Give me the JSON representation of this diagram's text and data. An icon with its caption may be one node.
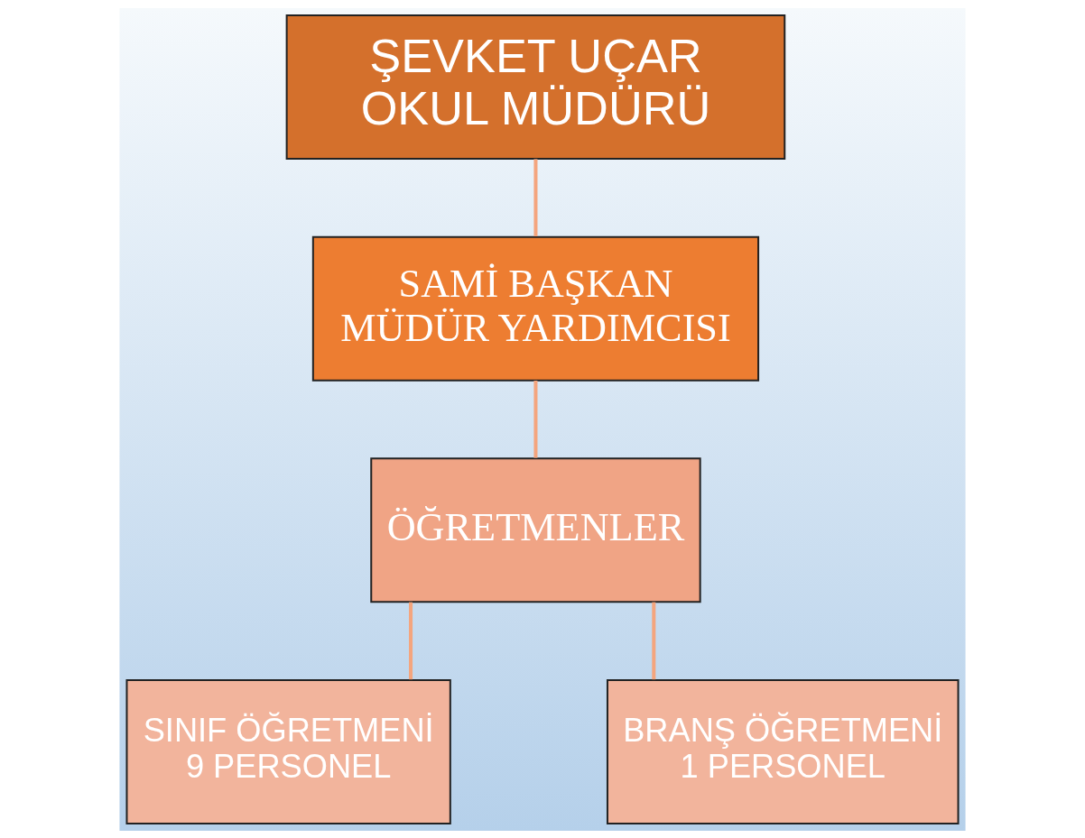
{
  "diagram": {
    "nodes": [
      {
        "text": [
          "ŞEVKET UÇAR",
          "OKUL MÜDÜRÜ"
        ]
      },
      {
        "text": [
          "SAMİ BAŞKAN",
          "MÜDÜR YARDIMCISI"
        ]
      },
      {
        "text": [
          "ÖĞRETMENLER"
        ]
      },
      {
        "text": [
          "SINIF ÖĞRETMENİ",
          "9 PERSONEL"
        ]
      },
      {
        "text": [
          "BRANŞ ÖĞRETMENİ",
          "1 PERSONEL"
        ]
      }
    ],
    "edges": [
      {
        "from": 0,
        "to": 1,
        "arrow": "none"
      },
      {
        "from": 1,
        "to": 2,
        "arrow": "none"
      },
      {
        "from": 2,
        "to": 3,
        "arrow": "none"
      },
      {
        "from": 2,
        "to": 4,
        "arrow": "none"
      }
    ]
  }
}
